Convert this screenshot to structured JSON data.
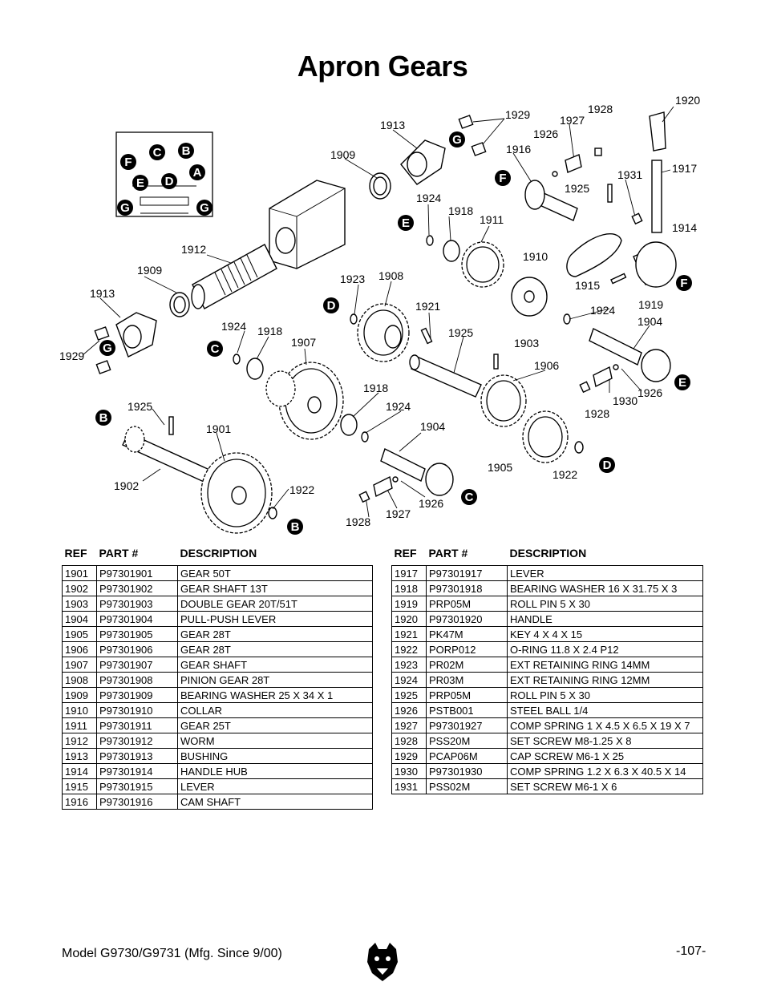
{
  "page": {
    "title": "Apron Gears",
    "footer_model": "Model G9730/G9731 (Mfg. Since 9/00)",
    "page_number": "-107-"
  },
  "diagram": {
    "callouts": [
      "1920",
      "1929",
      "1928",
      "1927",
      "1926",
      "1913",
      "1916",
      "1917",
      "1909",
      "1931",
      "1925",
      "1924",
      "1918",
      "1911",
      "1914",
      "1910",
      "1915",
      "1919",
      "1912",
      "1909",
      "1923",
      "1908",
      "1924",
      "1913",
      "1921",
      "1904",
      "1924",
      "1918",
      "1907",
      "1925",
      "1903",
      "1906",
      "1929",
      "1930",
      "1926",
      "1918",
      "1928",
      "1924",
      "1925",
      "1904",
      "1901",
      "1905",
      "1922",
      "1902",
      "1922",
      "1926",
      "1927",
      "1928"
    ],
    "connectors": [
      "F",
      "C",
      "B",
      "E",
      "D",
      "A",
      "G",
      "G",
      "G",
      "F",
      "E",
      "F",
      "D",
      "G",
      "C",
      "E",
      "B",
      "D",
      "C",
      "B"
    ]
  },
  "tables": {
    "headers": {
      "ref": "REF",
      "part": "PART #",
      "desc": "DESCRIPTION"
    },
    "left": [
      [
        "1901",
        "P97301901",
        "GEAR 50T"
      ],
      [
        "1902",
        "P97301902",
        "GEAR SHAFT 13T"
      ],
      [
        "1903",
        "P97301903",
        "DOUBLE GEAR 20T/51T"
      ],
      [
        "1904",
        "P97301904",
        "PULL-PUSH LEVER"
      ],
      [
        "1905",
        "P97301905",
        "GEAR 28T"
      ],
      [
        "1906",
        "P97301906",
        "GEAR 28T"
      ],
      [
        "1907",
        "P97301907",
        "GEAR SHAFT"
      ],
      [
        "1908",
        "P97301908",
        "PINION GEAR 28T"
      ],
      [
        "1909",
        "P97301909",
        "BEARING WASHER 25 X 34 X 1"
      ],
      [
        "1910",
        "P97301910",
        "COLLAR"
      ],
      [
        "1911",
        "P97301911",
        "GEAR 25T"
      ],
      [
        "1912",
        "P97301912",
        "WORM"
      ],
      [
        "1913",
        "P97301913",
        "BUSHING"
      ],
      [
        "1914",
        "P97301914",
        "HANDLE HUB"
      ],
      [
        "1915",
        "P97301915",
        "LEVER"
      ],
      [
        "1916",
        "P97301916",
        "CAM SHAFT"
      ]
    ],
    "right": [
      [
        "1917",
        "P97301917",
        "LEVER"
      ],
      [
        "1918",
        "P97301918",
        "BEARING WASHER 16 X 31.75 X 3"
      ],
      [
        "1919",
        "PRP05M",
        "ROLL PIN 5 X 30"
      ],
      [
        "1920",
        "P97301920",
        "HANDLE"
      ],
      [
        "1921",
        "PK47M",
        "KEY 4 X 4 X 15"
      ],
      [
        "1922",
        "PORP012",
        "O-RING 11.8 X 2.4 P12"
      ],
      [
        "1923",
        "PR02M",
        "EXT RETAINING RING 14MM"
      ],
      [
        "1924",
        "PR03M",
        "EXT RETAINING RING 12MM"
      ],
      [
        "1925",
        "PRP05M",
        "ROLL PIN 5 X 30"
      ],
      [
        "1926",
        "PSTB001",
        "STEEL BALL 1/4"
      ],
      [
        "1927",
        "P97301927",
        "COMP SPRING 1 X 4.5 X 6.5 X 19 X 7"
      ],
      [
        "1928",
        "PSS20M",
        "SET SCREW M8-1.25 X 8"
      ],
      [
        "1929",
        "PCAP06M",
        "CAP SCREW M6-1 X 25"
      ],
      [
        "1930",
        "P97301930",
        "COMP SPRING 1.2 X 6.3 X 40.5 X 14"
      ],
      [
        "1931",
        "PSS02M",
        "SET SCREW M6-1 X 6"
      ]
    ]
  }
}
